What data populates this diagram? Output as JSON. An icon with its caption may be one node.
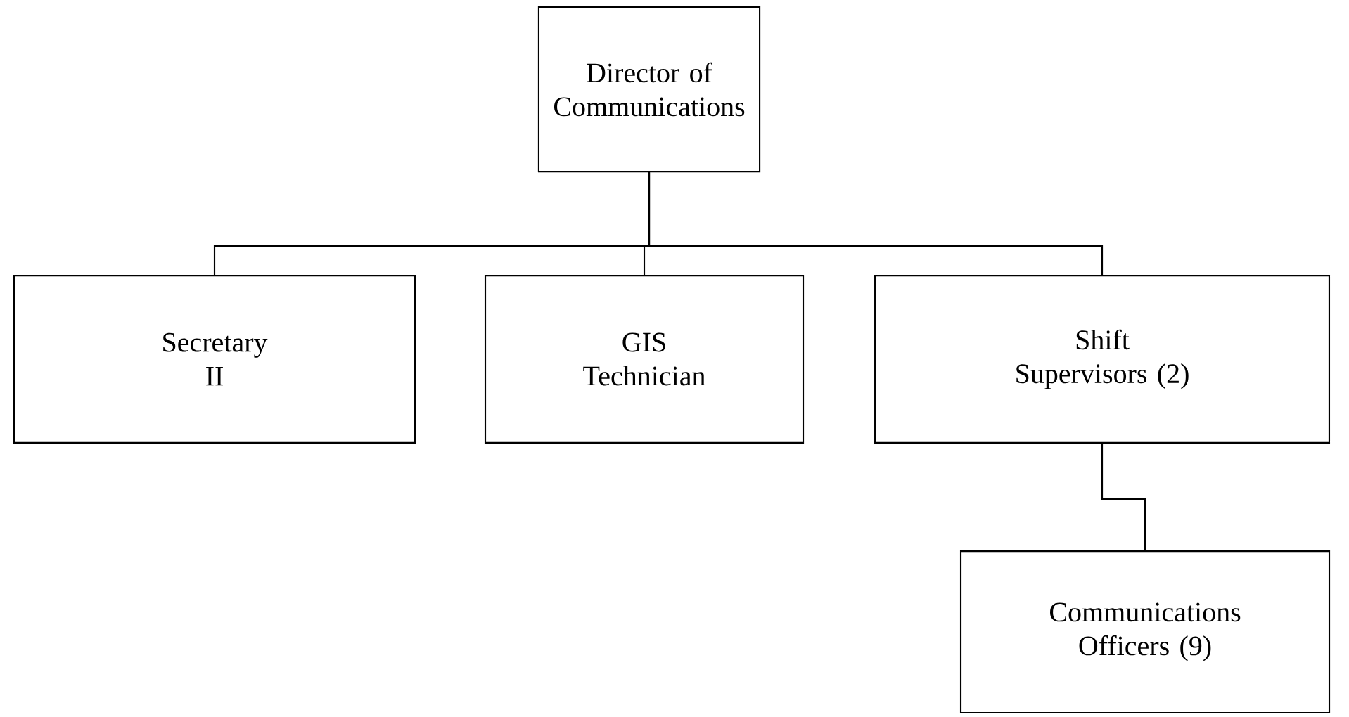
{
  "diagram": {
    "nodes": [
      {
        "text": [
          "Director of Communications"
        ]
      },
      {
        "text": [
          "Secretary II"
        ]
      },
      {
        "text": [
          "GIS Technician"
        ]
      },
      {
        "text": [
          "Shift Supervisors (2)"
        ]
      },
      {
        "text": [
          "Communications Officers (9)"
        ]
      }
    ],
    "edges": [
      {
        "from": 0,
        "to": 1,
        "arrow": "none"
      },
      {
        "from": 0,
        "to": 2,
        "arrow": "none"
      },
      {
        "from": 0,
        "to": 3,
        "arrow": "none"
      },
      {
        "from": 3,
        "to": 4,
        "arrow": "none"
      }
    ]
  }
}
